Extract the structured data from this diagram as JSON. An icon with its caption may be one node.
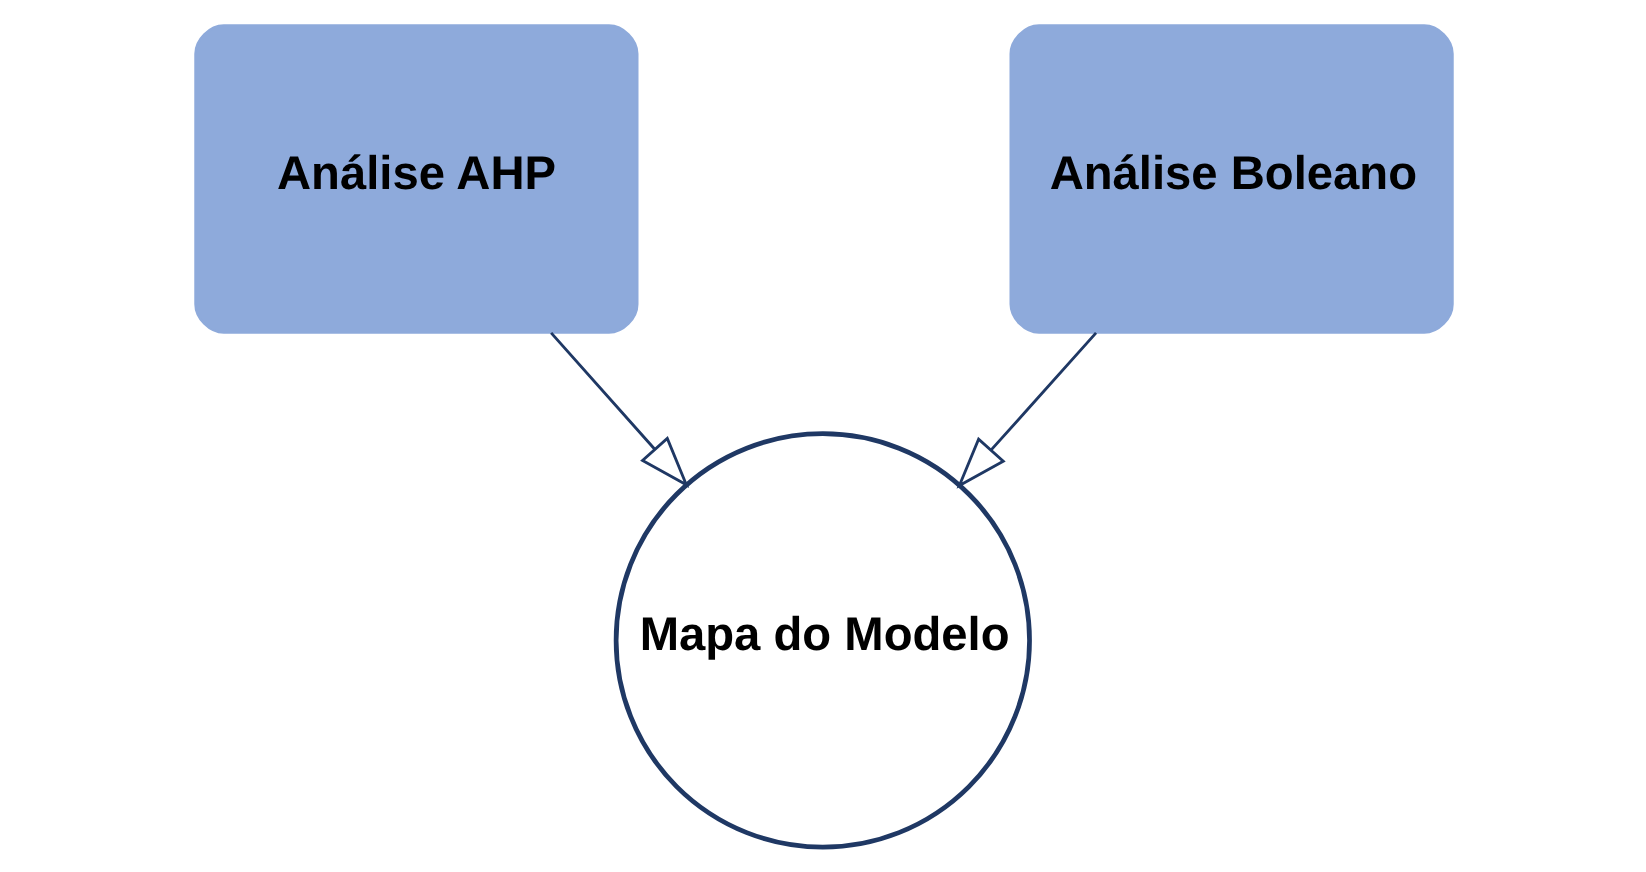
{
  "diagram": {
    "nodes": [
      {
        "text": [
          "Análise AHP"
        ]
      },
      {
        "text": [
          "Análise Boleano"
        ]
      },
      {
        "text": [
          "Mapa do Modelo"
        ]
      }
    ],
    "edges": [
      {
        "from": 0,
        "to": 2,
        "arrow": "to"
      },
      {
        "from": 1,
        "to": 2,
        "arrow": "to"
      }
    ]
  }
}
